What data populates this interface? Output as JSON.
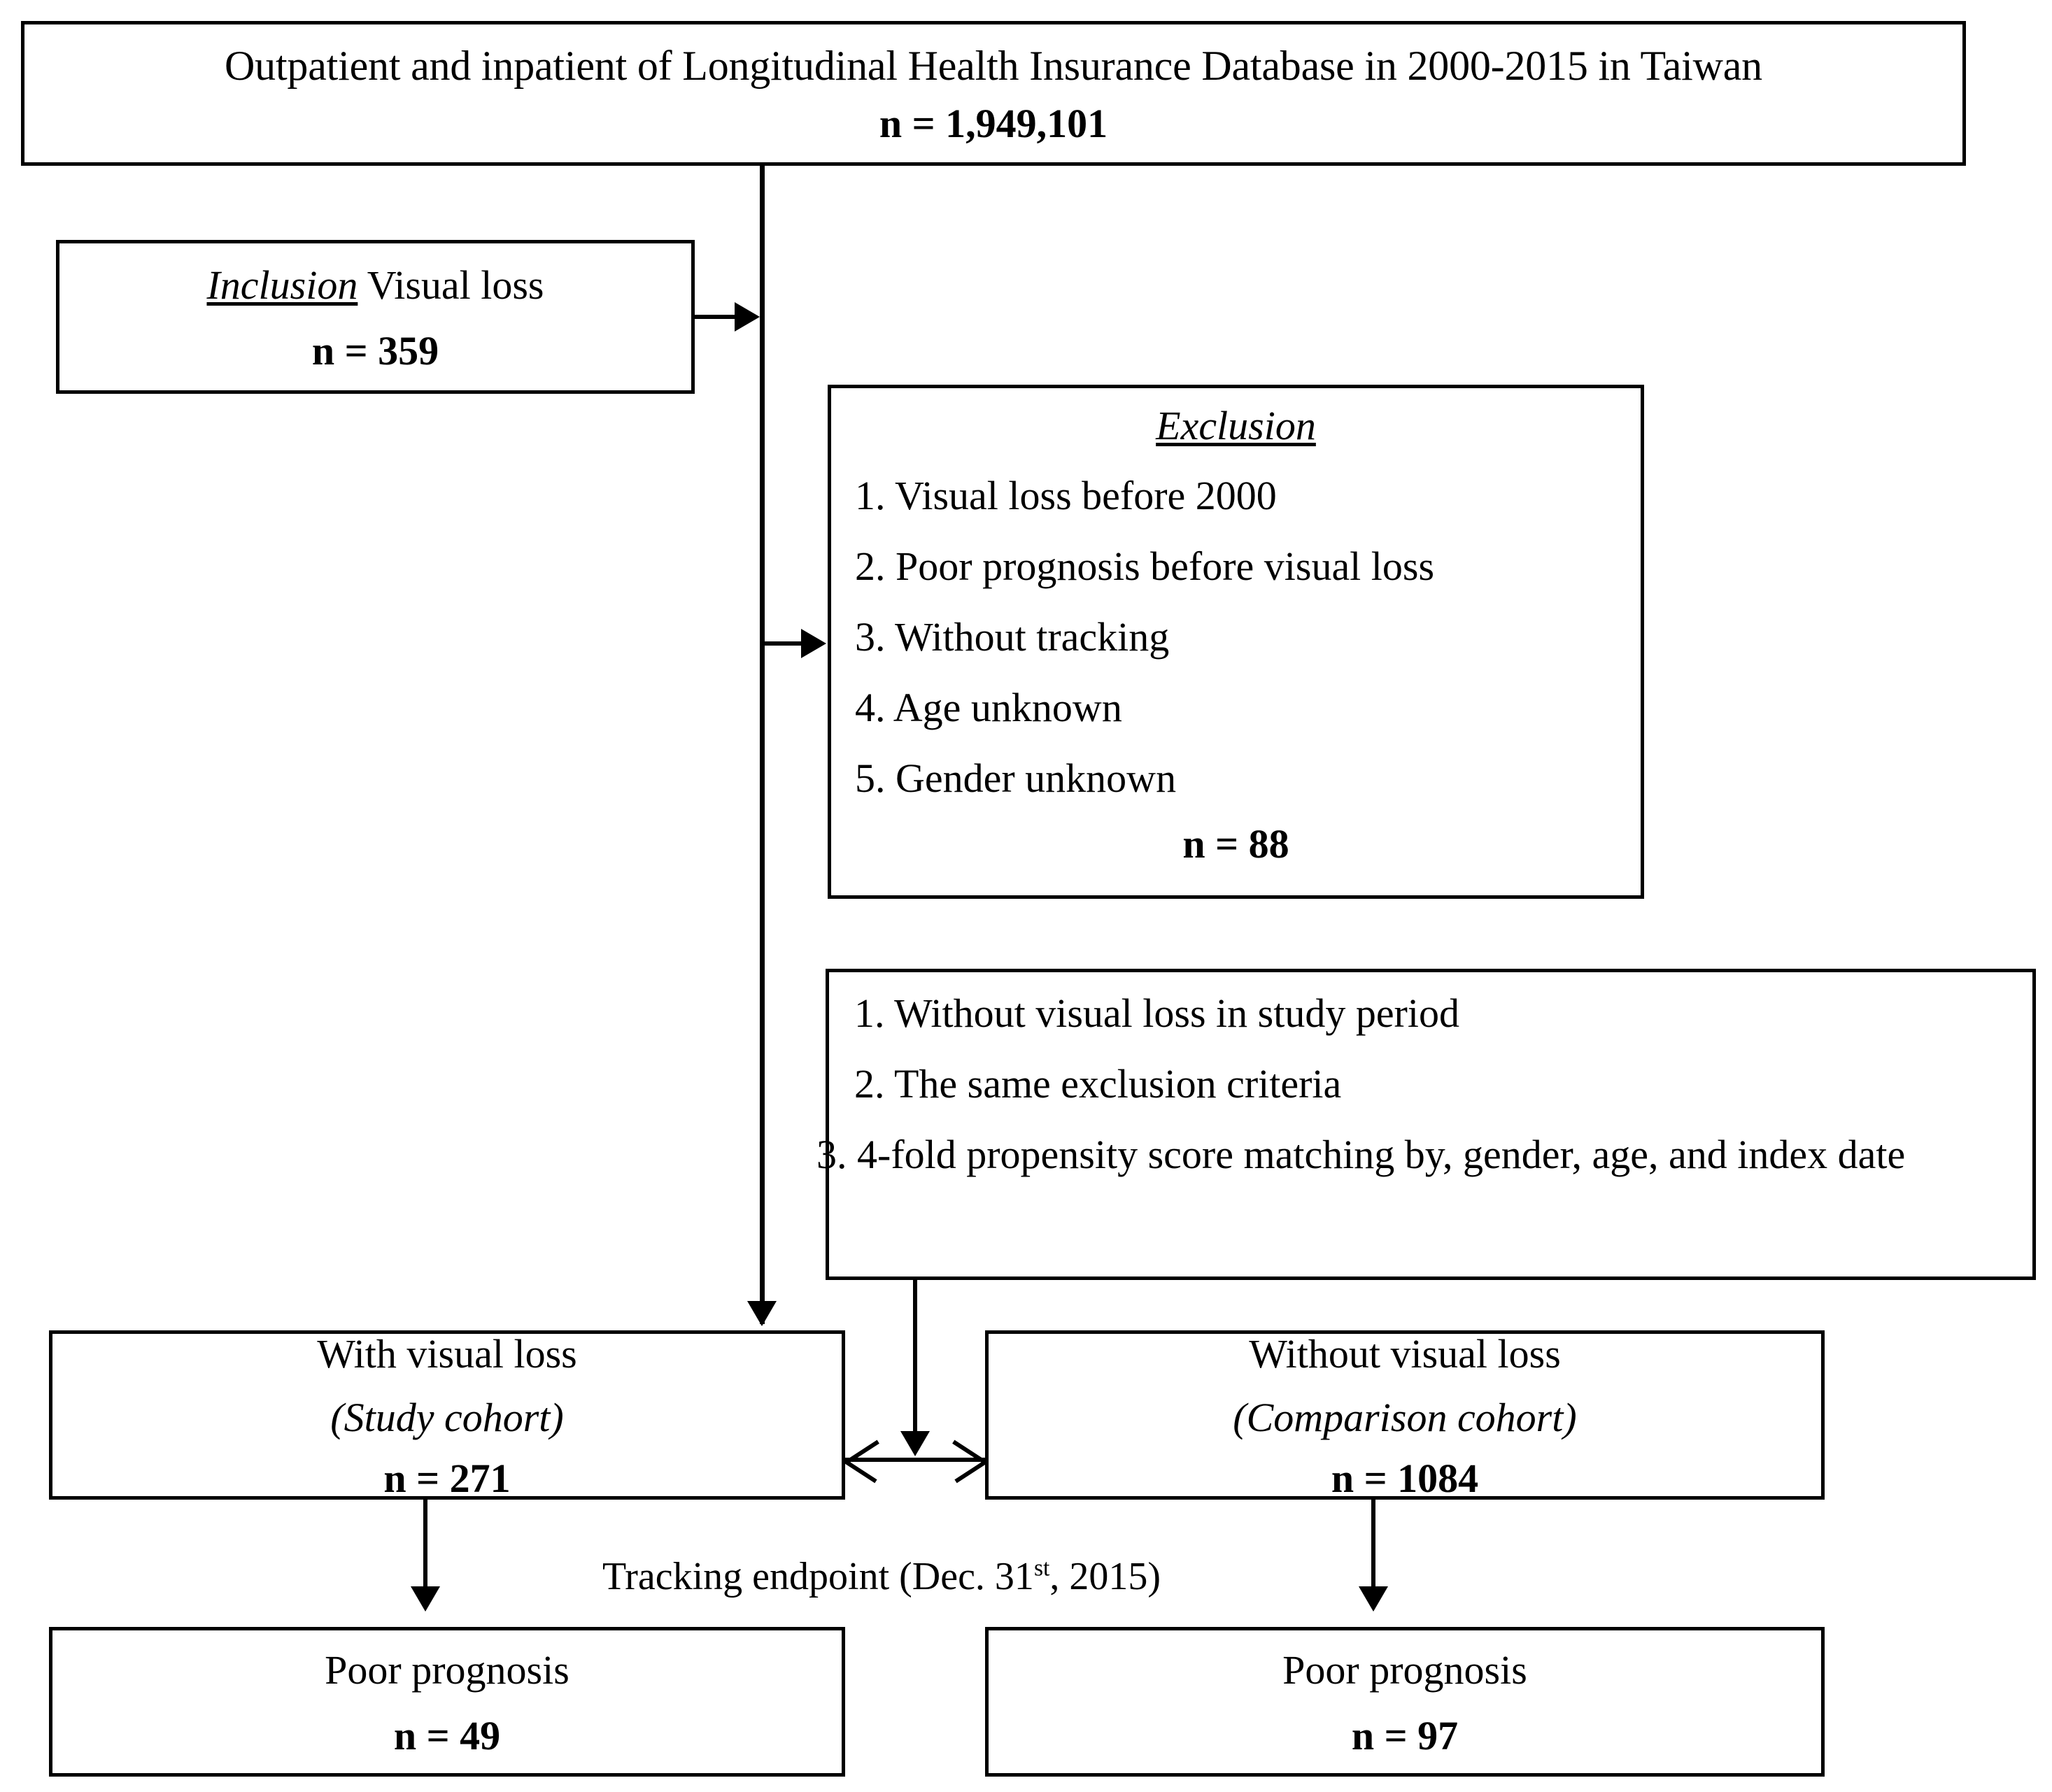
{
  "diagram": {
    "title_box": {
      "line1": "Outpatient and inpatient of Longitudinal Health Insurance Database in 2000-2015 in Taiwan",
      "line2": "n = 1,949,101"
    },
    "inclusion_box": {
      "label": "Inclusion",
      "text": " Visual loss",
      "n": "n = 359"
    },
    "exclusion_box": {
      "heading": "Exclusion",
      "items": [
        "1. Visual loss before 2000",
        "2. Poor prognosis before visual loss",
        "3. Without tracking",
        "4. Age unknown",
        "5. Gender unknown"
      ],
      "n": "n = 88"
    },
    "matching_box": {
      "items": [
        "1. Without visual loss in study period",
        "2. The same exclusion criteria",
        "3. 4-fold propensity score matching by, gender, age, and index date"
      ]
    },
    "study_cohort": {
      "line1": "With visual loss",
      "line2": "(Study cohort)",
      "n": "n = 271"
    },
    "comparison_cohort": {
      "line1": "Without visual loss",
      "line2": "(Comparison cohort)",
      "n": "n = 1084"
    },
    "endpoint_label": {
      "prefix": "Tracking endpoint (Dec. 31",
      "sup": "st",
      "suffix": ", 2015)"
    },
    "outcome_left": {
      "line1": "Poor prognosis",
      "n": "n = 49"
    },
    "outcome_right": {
      "line1": "Poor prognosis",
      "n": "n = 97"
    },
    "colors": {
      "stroke": "#000000",
      "background": "#ffffff"
    }
  }
}
